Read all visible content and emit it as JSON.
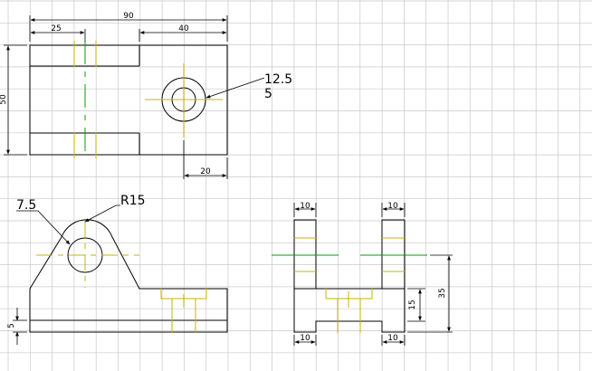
{
  "top_view": {
    "dim_overall_width": "90",
    "dim_left_slot": "25",
    "dim_right_part": "40",
    "dim_height": "50",
    "dim_hole_offset": "20",
    "callout_line1": "12.5",
    "callout_line2": "5"
  },
  "front_view": {
    "callout_left": "7.5",
    "callout_radius": "R15",
    "dim_base_thickness": "5"
  },
  "side_view": {
    "dim_top_left": "10",
    "dim_top_right": "10",
    "dim_bottom_left": "10",
    "dim_bottom_right": "10",
    "dim_slot_depth": "15",
    "dim_total_height": "35"
  },
  "colors": {
    "outline": "#000000",
    "hidden_line": "#c8b400",
    "center_line": "#00a000",
    "grid": "#c8c8c8"
  }
}
